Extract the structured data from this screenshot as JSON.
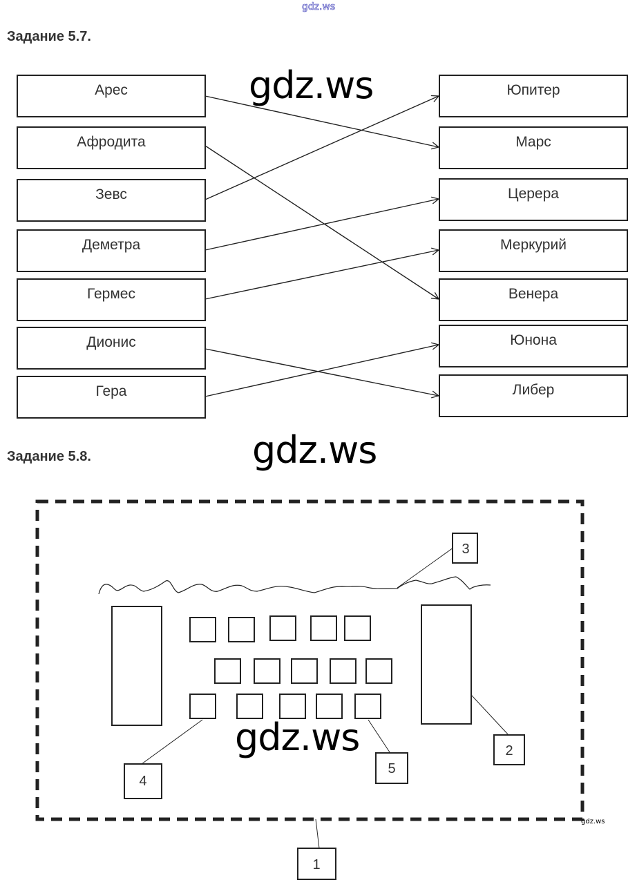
{
  "watermarks": {
    "top": "gdz.ws",
    "big1": "gdz.ws",
    "big2": "gdz.ws",
    "big3": "gdz.ws",
    "small": "gdz.ws"
  },
  "task57": {
    "title": "Задание 5.7.",
    "left": [
      "Арес",
      "Афродита",
      "Зевс",
      "Деметра",
      "Гермес",
      "Дионис",
      "Гера"
    ],
    "right": [
      "Юпитер",
      "Марс",
      "Церера",
      "Меркурий",
      "Венера",
      "Юнона",
      "Либер"
    ],
    "links": [
      {
        "from": "Арес",
        "to": "Марс"
      },
      {
        "from": "Афродита",
        "to": "Венера"
      },
      {
        "from": "Зевс",
        "to": "Юпитер"
      },
      {
        "from": "Деметра",
        "to": "Церера"
      },
      {
        "from": "Гермес",
        "to": "Меркурий"
      },
      {
        "from": "Дионис",
        "to": "Либер"
      },
      {
        "from": "Гера",
        "to": "Юнона"
      }
    ]
  },
  "task58": {
    "title": "Задание 5.8.",
    "callouts": [
      "1",
      "2",
      "3",
      "4",
      "5"
    ]
  }
}
